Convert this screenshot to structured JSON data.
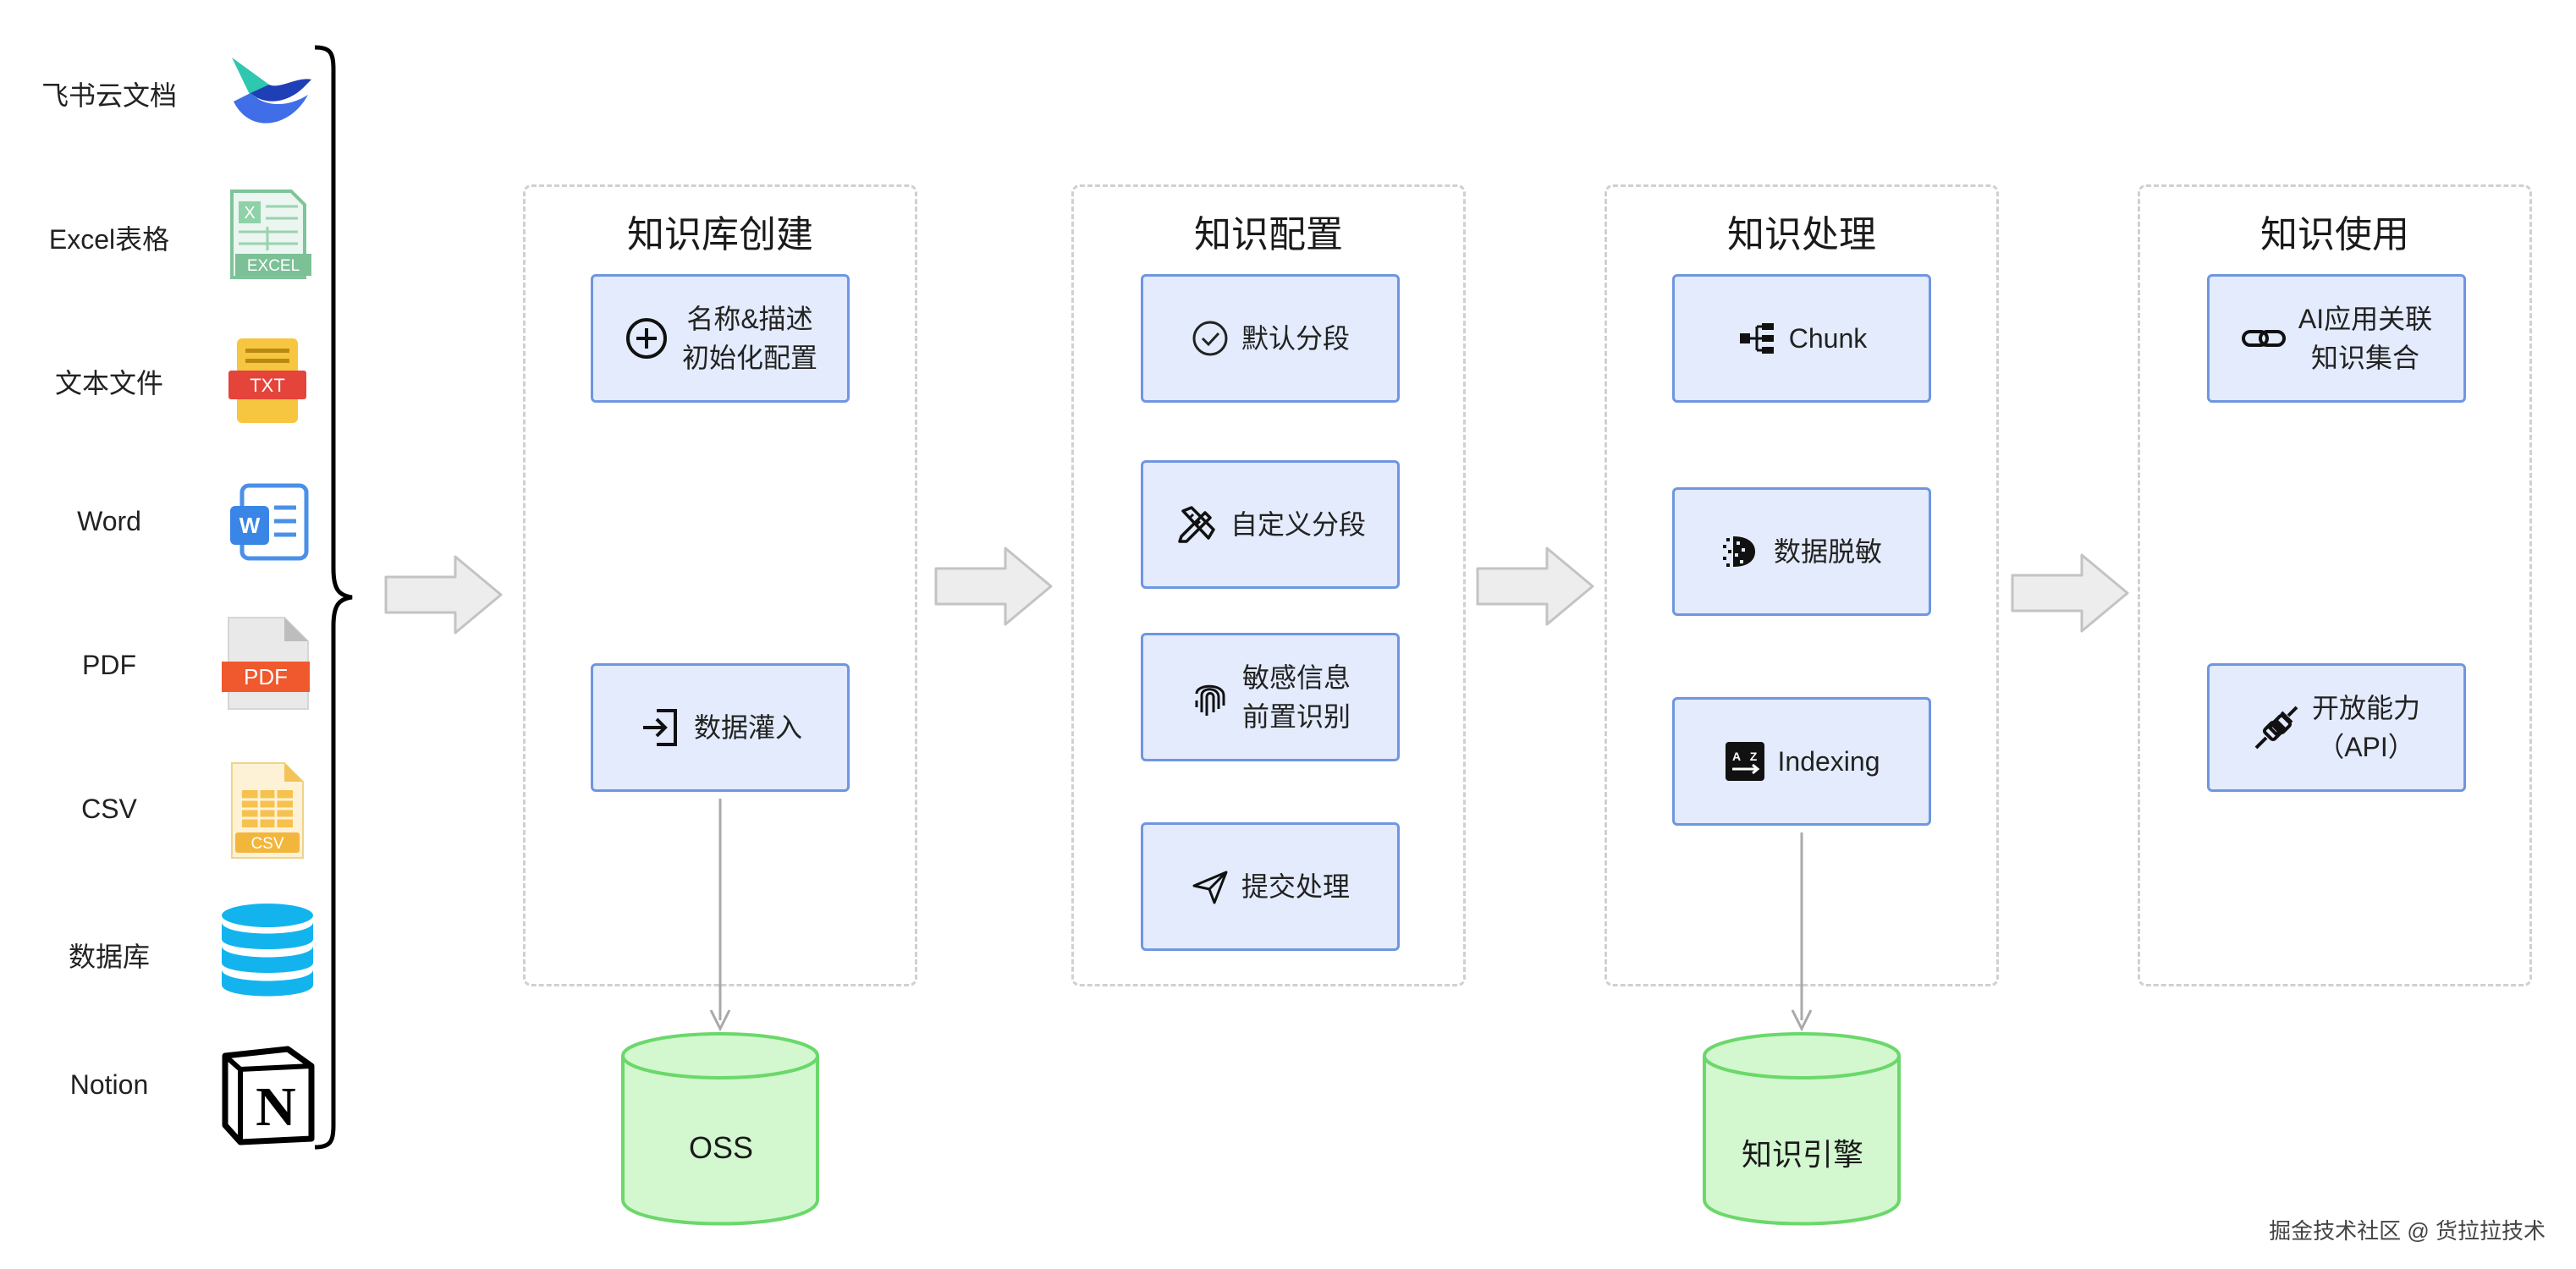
{
  "sources": [
    {
      "label": "飞书云文档",
      "icon": "feishu-docs-icon"
    },
    {
      "label": "Excel表格",
      "icon": "excel-icon",
      "badge": "EXCEL"
    },
    {
      "label": "文本文件",
      "icon": "txt-file-icon",
      "badge": "TXT"
    },
    {
      "label": "Word",
      "icon": "word-icon",
      "badge": "W"
    },
    {
      "label": "PDF",
      "icon": "pdf-icon",
      "badge": "PDF"
    },
    {
      "label": "CSV",
      "icon": "csv-icon",
      "badge": "CSV"
    },
    {
      "label": "数据库",
      "icon": "database-icon"
    },
    {
      "label": "Notion",
      "icon": "notion-icon",
      "badge": "N"
    }
  ],
  "stages": [
    {
      "title": "知识库创建",
      "nodes": [
        {
          "lines": [
            "名称&描述",
            "初始化配置"
          ],
          "icon": "plus-circle-icon"
        },
        {
          "lines": [
            "数据灌入"
          ],
          "icon": "import-icon"
        }
      ]
    },
    {
      "title": "知识配置",
      "nodes": [
        {
          "lines": [
            "默认分段"
          ],
          "icon": "check-circle-icon"
        },
        {
          "lines": [
            "自定义分段"
          ],
          "icon": "pencil-ruler-icon"
        },
        {
          "lines": [
            "敏感信息",
            "前置识别"
          ],
          "icon": "fingerprint-icon"
        },
        {
          "lines": [
            "提交处理"
          ],
          "icon": "send-icon"
        }
      ]
    },
    {
      "title": "知识处理",
      "nodes": [
        {
          "lines": [
            "Chunk"
          ],
          "icon": "tree-split-icon"
        },
        {
          "lines": [
            "数据脱敏"
          ],
          "icon": "dissolve-icon"
        },
        {
          "lines": [
            "Indexing"
          ],
          "icon": "az-sort-icon"
        }
      ]
    },
    {
      "title": "知识使用",
      "nodes": [
        {
          "lines": [
            "AI应用关联",
            "知识集合"
          ],
          "icon": "link-icon"
        },
        {
          "lines": [
            "开放能力",
            "（API）"
          ],
          "icon": "plug-icon"
        }
      ]
    }
  ],
  "storage": [
    {
      "label": "OSS"
    },
    {
      "label": "知识引擎"
    }
  ],
  "footer": "掘金技术社区 @ 货拉拉技术",
  "colors": {
    "node_fill": "#e3ebfc",
    "node_border": "#6f96e0",
    "cylinder_fill": "#d3f7cf",
    "cylinder_border": "#6ad86a",
    "arrow_fill": "#ededed",
    "arrow_border": "#c3c3c3"
  }
}
